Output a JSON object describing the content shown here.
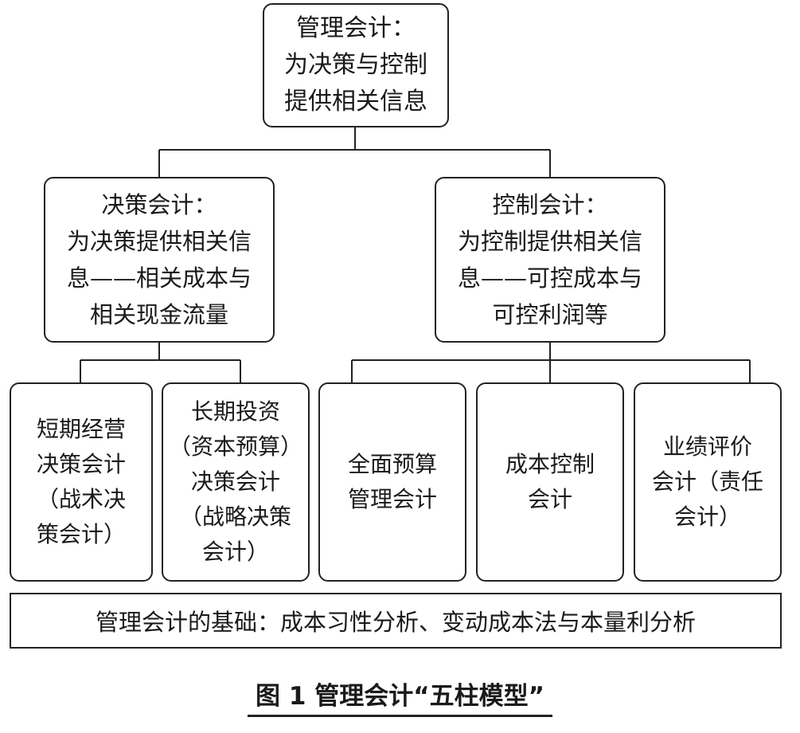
{
  "root": {
    "lines": [
      "管理会计：",
      "为决策与控制",
      "提供相关信息"
    ]
  },
  "decision": {
    "lines": [
      "决策会计：",
      "为决策提供相关信",
      "息——相关成本与",
      "相关现金流量"
    ]
  },
  "control": {
    "lines": [
      "控制会计：",
      "为控制提供相关信",
      "息——可控成本与",
      "可控利润等"
    ]
  },
  "pillars": [
    {
      "lines": [
        "短期经营",
        "决策会计",
        "（战术决",
        "策会计）"
      ]
    },
    {
      "lines": [
        "长期投资",
        "（资本预算）",
        "决策会计",
        "（战略决策",
        "会计）"
      ]
    },
    {
      "lines": [
        "全面预算",
        "管理会计"
      ]
    },
    {
      "lines": [
        "成本控制",
        "会计"
      ]
    },
    {
      "lines": [
        "业绩评价",
        "会计（责任",
        "会计）"
      ]
    }
  ],
  "foundation": {
    "text": "管理会计的基础：成本习性分析、变动成本法与本量利分析"
  },
  "caption": {
    "text": "图 1   管理会计“五柱模型”"
  }
}
